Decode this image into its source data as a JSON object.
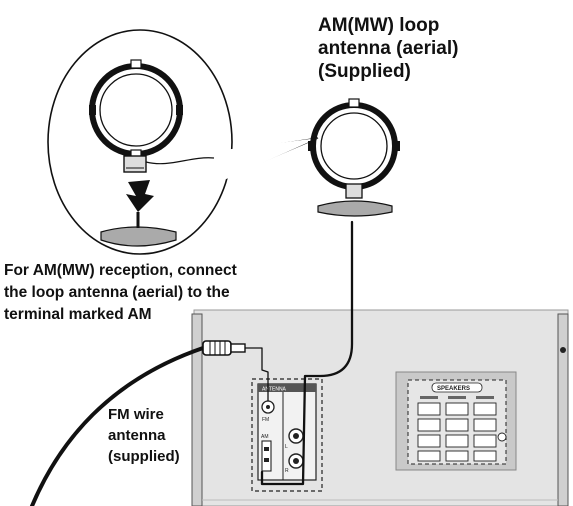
{
  "am_antenna_label": {
    "line1": "AM(MW) loop",
    "line2": "antenna (aerial)",
    "line3": "(Supplied)"
  },
  "reception_note": {
    "line1": "For AM(MW) reception, connect",
    "line2": "the loop antenna (aerial) to the",
    "line3": "terminal marked AM"
  },
  "fm_antenna_label": {
    "line1": "FM wire",
    "line2": "antenna",
    "line3": "(supplied)"
  },
  "panel_text": {
    "antenna_heading": "ANTENNA",
    "fm_terminal": "FM",
    "am_terminal": "AM",
    "speakers_heading": "SPEAKERS"
  }
}
